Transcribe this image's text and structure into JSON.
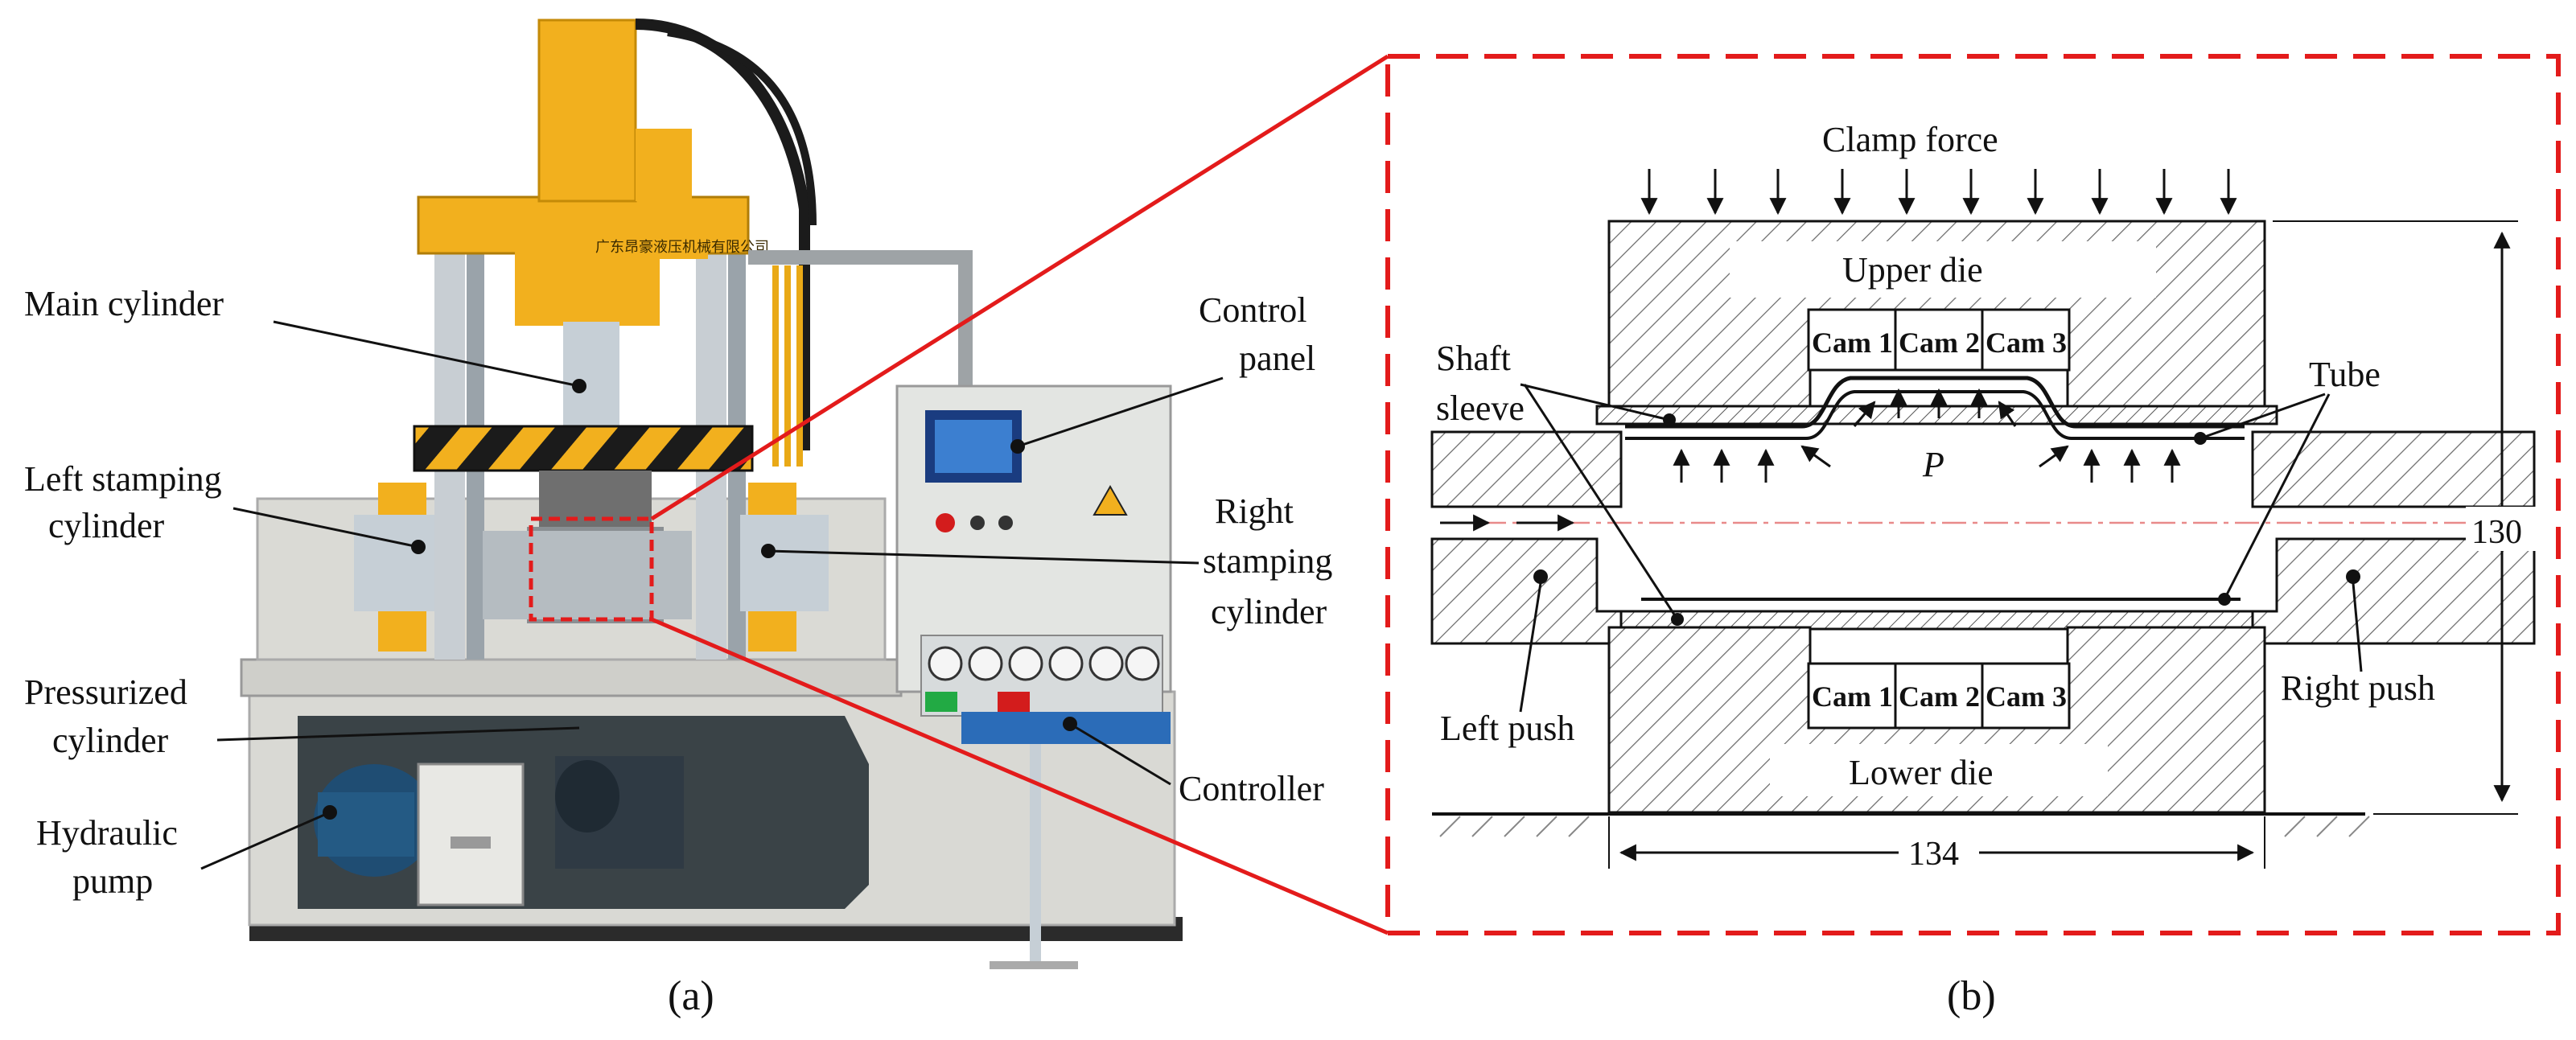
{
  "panel_a": {
    "caption": "(a)",
    "machine_sign": "广东昂豪液压机械有限公司",
    "labels": {
      "main_cylinder": "Main cylinder",
      "left_stamping_1": "Left stamping",
      "left_stamping_2": "cylinder",
      "pressurized_1": "Pressurized",
      "pressurized_2": "cylinder",
      "hydraulic_1": "Hydraulic",
      "hydraulic_2": "pump",
      "control_1": "Control",
      "control_2": "panel",
      "right_stamping_1": "Right",
      "right_stamping_2": "stamping",
      "right_stamping_3": "cylinder",
      "controller": "Controller"
    }
  },
  "panel_b": {
    "caption": "(b)",
    "labels": {
      "clamp_force": "Clamp force",
      "upper_die": "Upper die",
      "lower_die": "Lower die",
      "cam1": "Cam 1",
      "cam2": "Cam 2",
      "cam3": "Cam 3",
      "shaft_1": "Shaft",
      "shaft_2": "sleeve",
      "tube": "Tube",
      "pressure": "P",
      "left_push": "Left push",
      "right_push": "Right push",
      "dim_height": "130",
      "dim_width": "134"
    }
  },
  "colors": {
    "callout": "#e31b1b",
    "machine_yellow": "#f2b01e",
    "panel_grey": "#d9d9d4",
    "hatch": "#555555"
  }
}
